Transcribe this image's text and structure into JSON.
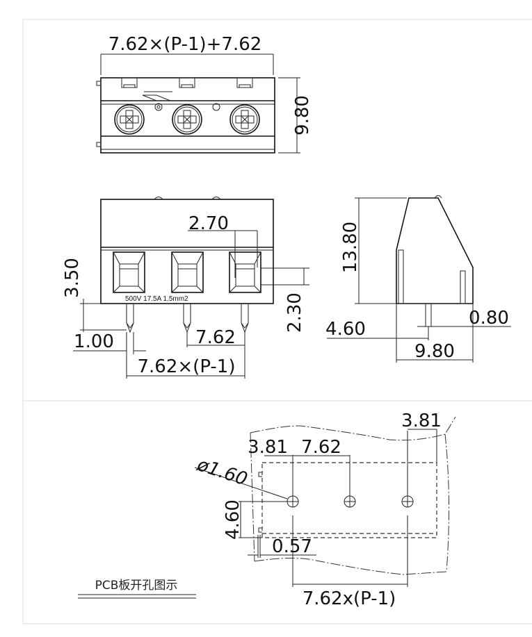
{
  "top_view": {
    "width_dim": "7.62×(P-1)+7.62",
    "height_dim": "9.80"
  },
  "front_view": {
    "dim_window_width": "2.70",
    "dim_3_50": "3.50",
    "dim_2_30": "2.30",
    "dim_pin_width": "1.00",
    "dim_pitch": "7.62",
    "dim_span": "7.62×(P-1)",
    "rating_label": "500V 17.5A 1.5mm2"
  },
  "side_view": {
    "height_dim": "13.80",
    "pin_offset": "4.60",
    "pin_width": "0.80",
    "depth_dim": "9.80"
  },
  "pcb_layout": {
    "edge_offset_right": "3.81",
    "edge_offset_left": "3.81",
    "pitch": "7.62",
    "hole_diameter": "ø1.60",
    "hole_offset": "4.60",
    "edge_gap": "0.57",
    "span": "7.62x(P-1)",
    "caption": "PCB板开孔图示"
  }
}
